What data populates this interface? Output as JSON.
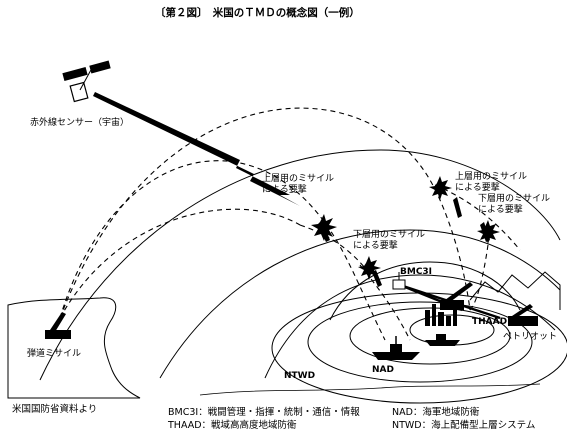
{
  "title": "〔第２図〕　米国のＴＭＤの概念図（一例）",
  "labels": {
    "ir_sensor": "赤外線センサー（宇宙）",
    "upper_missile_1": "上層用のミサイル\nによる要撃",
    "upper_missile_2": "上層用のミサイル\nによる要撃",
    "lower_missile_1": "下層用のミサイル\nによる要撃",
    "lower_missile_2": "下層用のミサイル\nによる要撃",
    "bmc3i": "BMC3I",
    "thaad": "THAAD",
    "patriot": "ペトリオット",
    "nad": "NAD",
    "ntwd": "NTWD",
    "ballistic_missile": "弾道ミサイル"
  },
  "source": "米国国防省資料より",
  "legend": {
    "bmc3i": "BMC3I：戦闘管理・指揮・統制・通信・情報",
    "thaad": "THAAD：戦域高高度地域防衛",
    "nad": "NAD：海軍地域防衛",
    "ntwd": "NTWD：海上配備型上層システム"
  }
}
